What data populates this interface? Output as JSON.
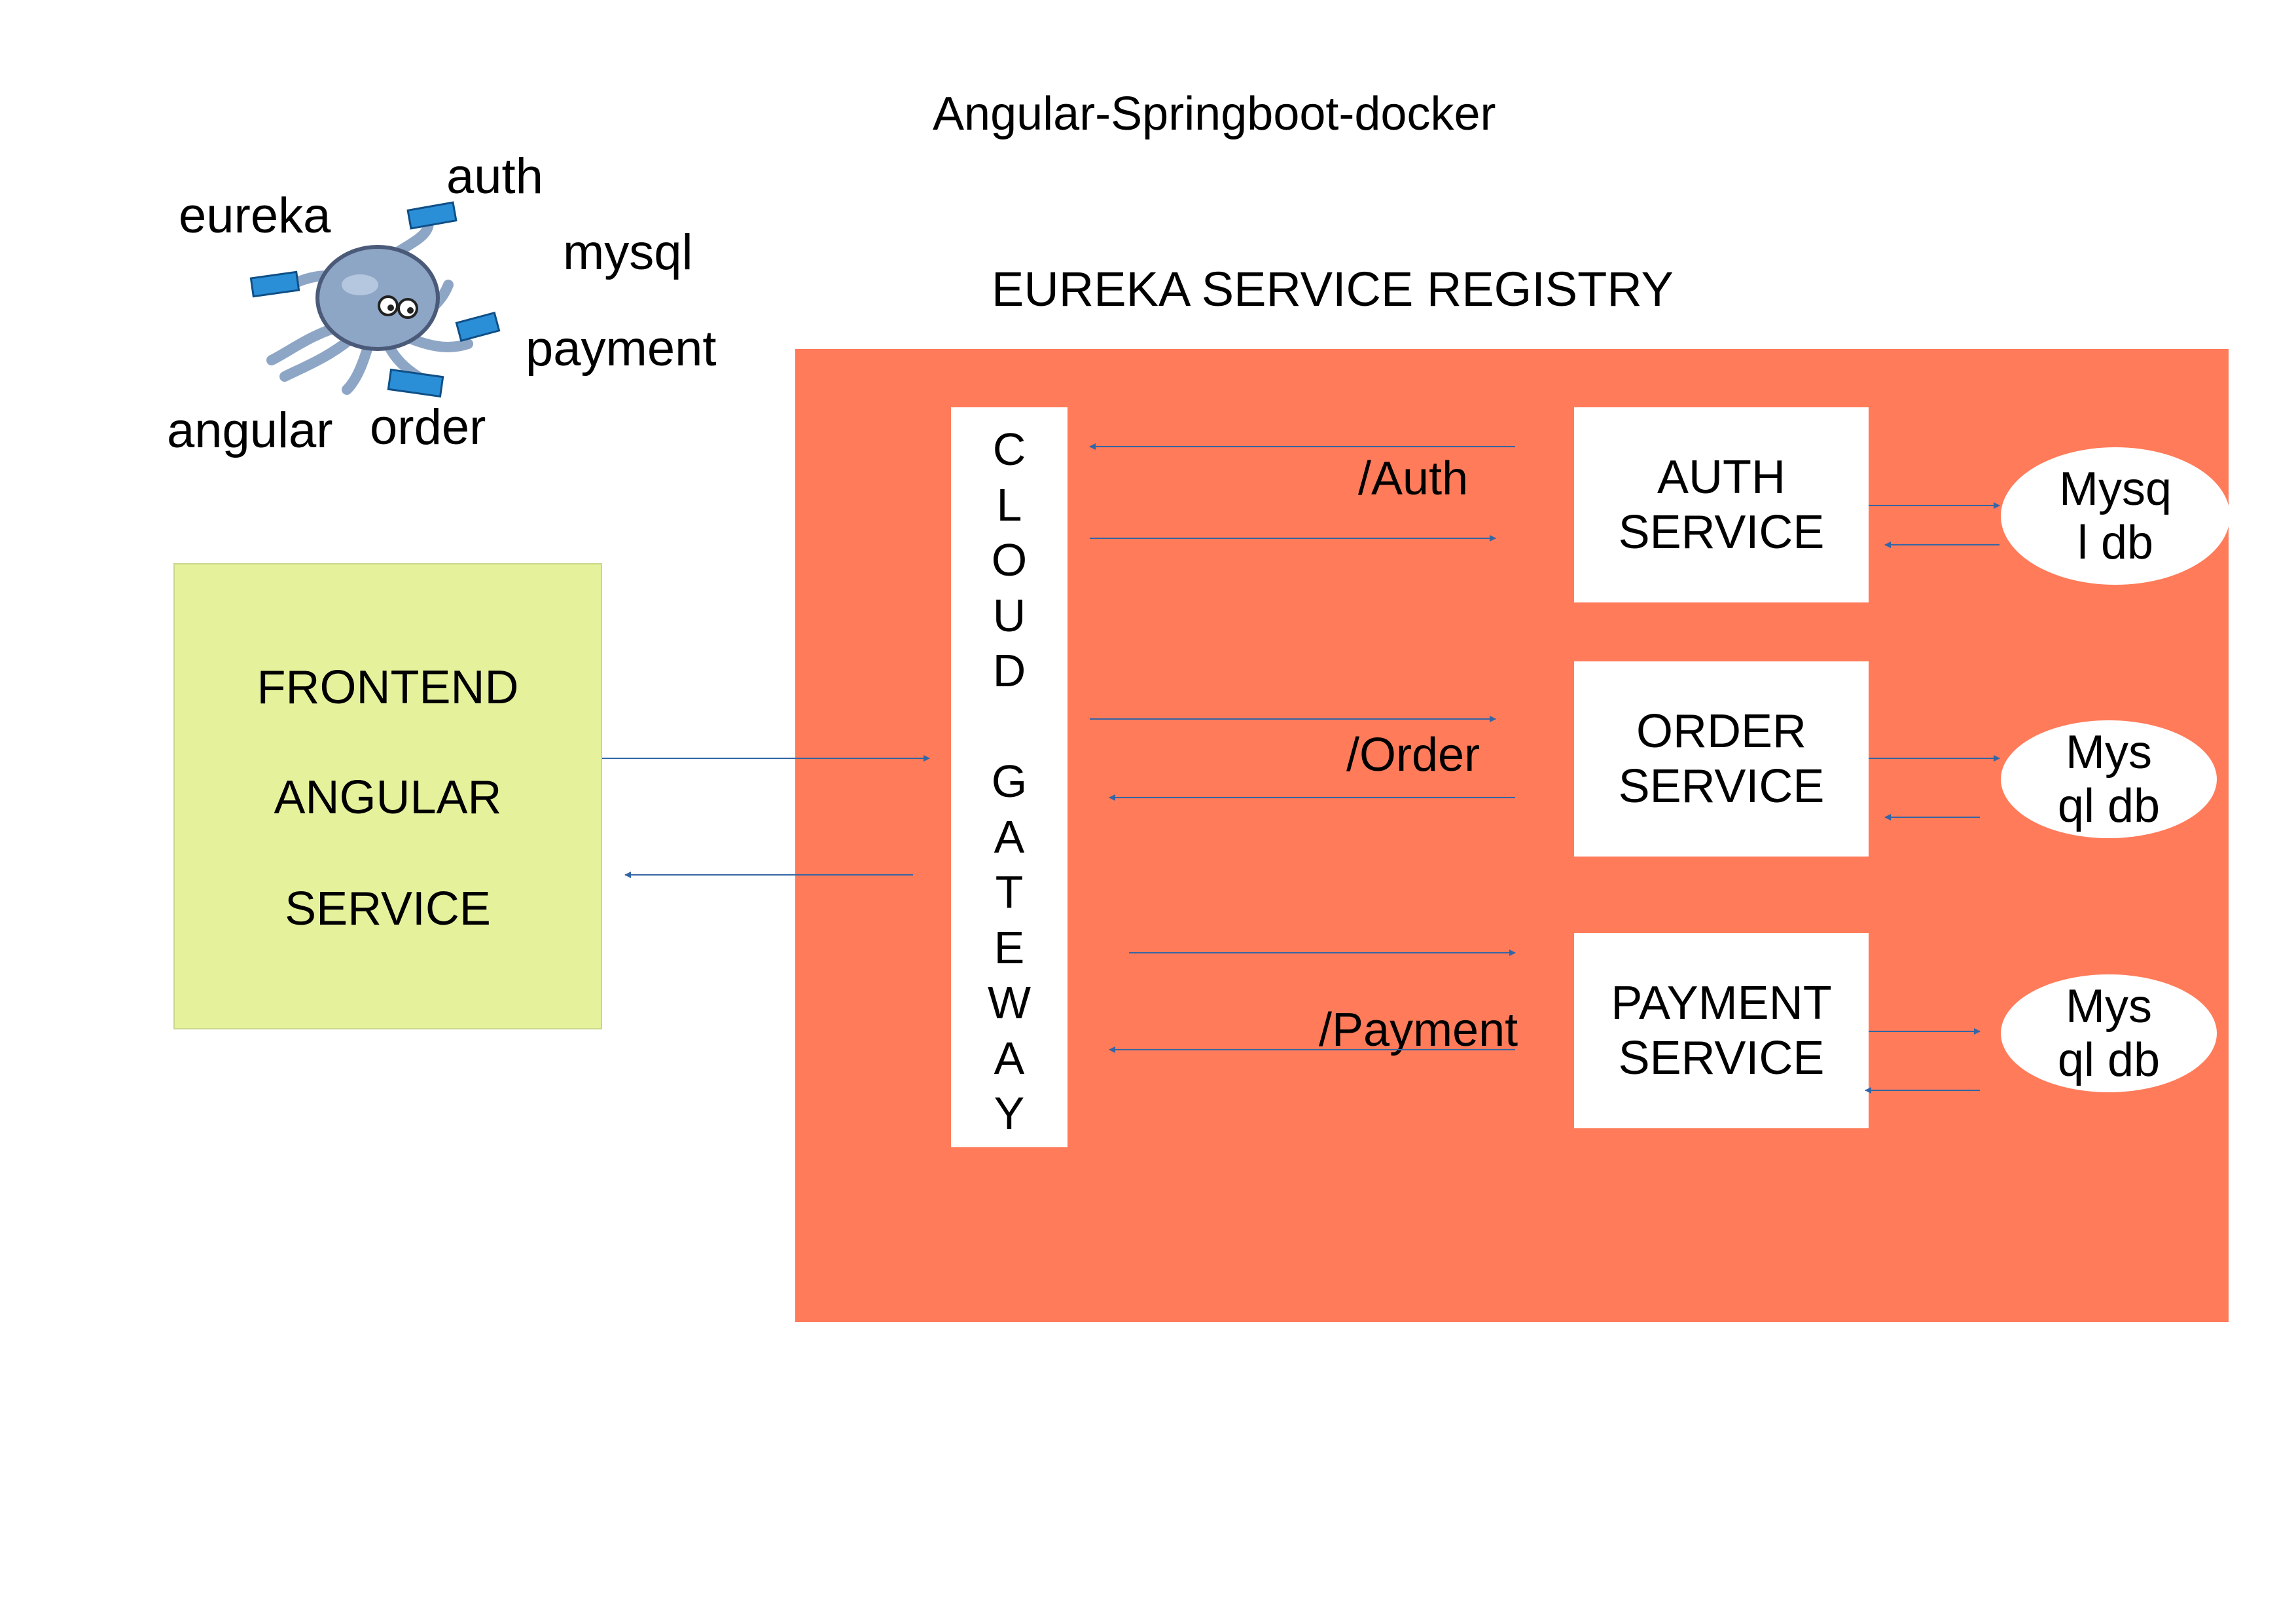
{
  "title": "Angular-Springboot-docker",
  "registry_title": "EUREKA SERVICE REGISTRY",
  "octopus_labels": {
    "auth": "auth",
    "eureka": "eureka",
    "mysql": "mysql",
    "payment": "payment",
    "angular": "angular",
    "order": "order"
  },
  "frontend": {
    "line1": "FRONTEND",
    "line2": "ANGULAR",
    "line3": "SERVICE"
  },
  "gateway": {
    "letters": [
      "C",
      "L",
      "O",
      "U",
      "D",
      "",
      "G",
      "A",
      "T",
      "E",
      "W",
      "A",
      "Y"
    ]
  },
  "routes": {
    "auth": "/Auth",
    "order": "/Order",
    "payment": "/Payment"
  },
  "services": {
    "auth": [
      "AUTH",
      "SERVICE"
    ],
    "order": [
      "ORDER",
      "SERVICE"
    ],
    "payment": [
      "PAYMENT",
      "SERVICE"
    ]
  },
  "databases": {
    "auth": [
      "Mysq",
      "l db"
    ],
    "order": [
      "Mys",
      "ql db"
    ],
    "payment": [
      "Mys",
      "ql db"
    ]
  },
  "colors": {
    "registry_bg": "#ff7b5a",
    "frontend_bg": "#e6f29b",
    "arrow": "#3465a4",
    "octopus_body": "#8ea6c6",
    "container_blue": "#2b8fd8"
  }
}
